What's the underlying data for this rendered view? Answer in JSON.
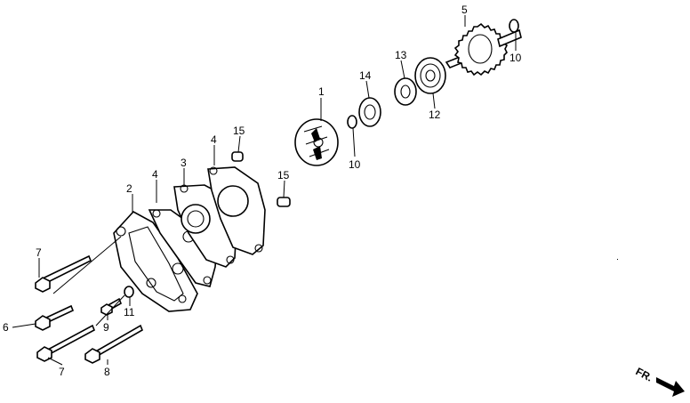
{
  "callouts": {
    "c1": "1",
    "c2": "2",
    "c3": "3",
    "c4a": "4",
    "c4b": "4",
    "c5": "5",
    "c6": "6",
    "c7a": "7",
    "c7b": "7",
    "c8": "8",
    "c9": "9",
    "c10a": "10",
    "c10b": "10",
    "c11": "11",
    "c12": "12",
    "c13": "13",
    "c14": "14",
    "c15a": "15",
    "c15b": "15"
  },
  "direction_label": "FR."
}
